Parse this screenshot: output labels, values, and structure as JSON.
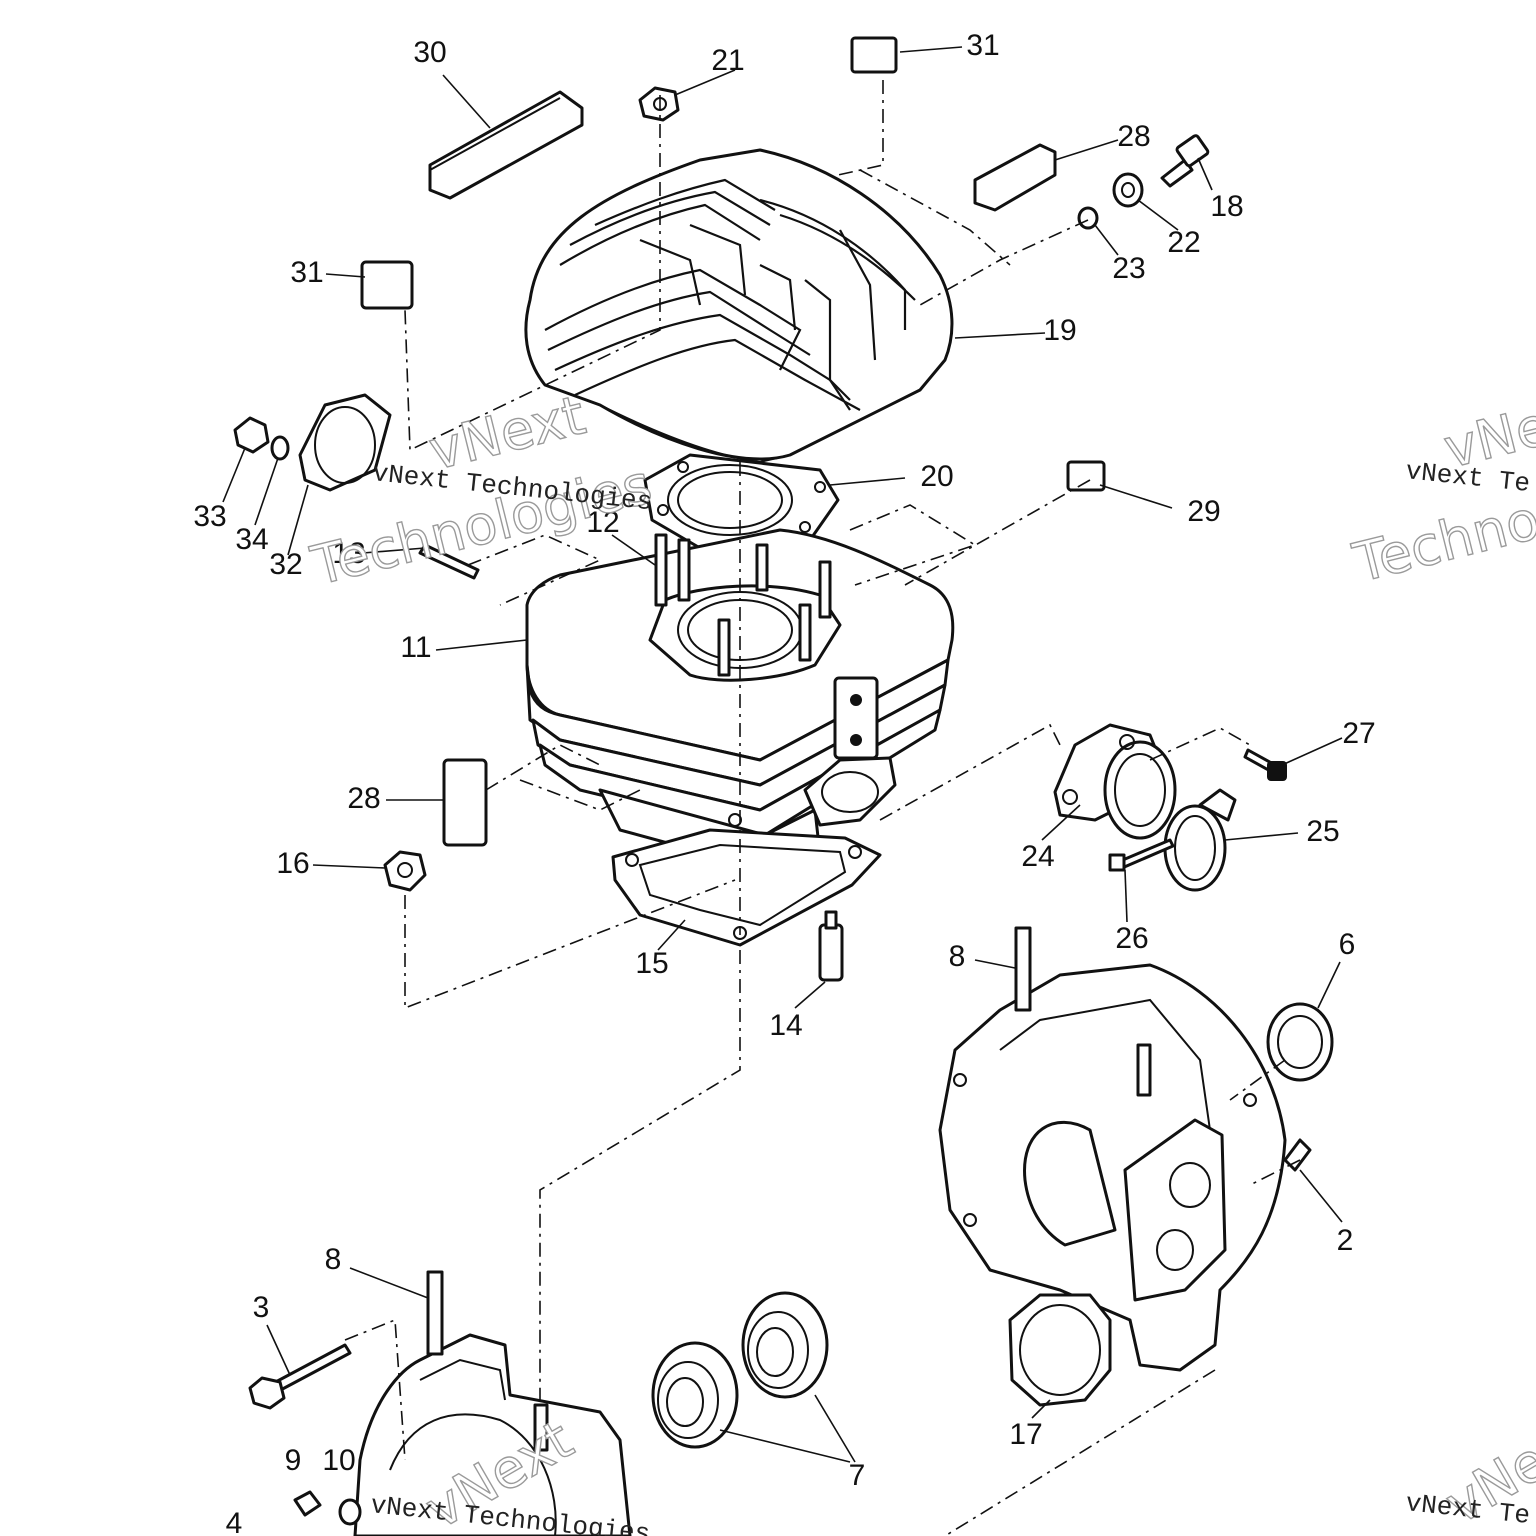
{
  "diagram": {
    "callouts": [
      "30",
      "21",
      "31",
      "28",
      "18",
      "22",
      "23",
      "19",
      "31",
      "33",
      "34",
      "32",
      "12",
      "13",
      "20",
      "29",
      "11",
      "27",
      "28",
      "24",
      "25",
      "16",
      "26",
      "15",
      "14",
      "8",
      "6",
      "2",
      "3",
      "8",
      "17",
      "7",
      "9",
      "10",
      "4"
    ]
  },
  "watermark": {
    "brand_word": "vNext",
    "tech_word": "Technologies",
    "inline_text": "vNext Technologies",
    "edge_text": "vNext Te"
  }
}
